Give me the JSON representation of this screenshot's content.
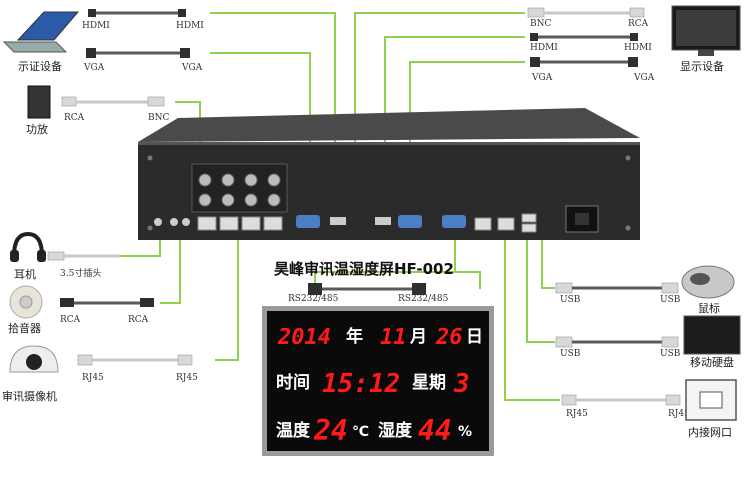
{
  "title": "昊峰审讯温湿度屏HF-002",
  "devices": {
    "demo_device": "示证设备",
    "amplifier": "功放",
    "earphone": "耳机",
    "pickup": "拾音器",
    "camera": "审讯摄像机",
    "display_device": "显示设备",
    "mouse": "鼠标",
    "hard_disk": "移动硬盘",
    "internal_port": "内接网口"
  },
  "cable_labels": {
    "hdmi": "HDMI",
    "vga": "VGA",
    "rca": "RCA",
    "bnc": "BNC",
    "jack": "3.5寸插头",
    "rj45": "RJ45",
    "rs232": "RS232/485",
    "usb": "USB"
  },
  "panel": {
    "row1": {
      "year": "2014",
      "year_unit": "年",
      "month": "11",
      "month_unit": "月",
      "day": "26",
      "day_unit": "日"
    },
    "row2": {
      "time_label": "时间",
      "time": "15:12",
      "weekday_label": "星期",
      "weekday": "3"
    },
    "row3": {
      "temp_label": "温度",
      "temp": "24",
      "temp_unit": "℃",
      "hum_label": "湿度",
      "hum": "44",
      "hum_unit": "%"
    }
  },
  "colors": {
    "wire": "#8fd14f",
    "led": "#ff1a1a",
    "panel_bg": "#0a0a0a"
  }
}
